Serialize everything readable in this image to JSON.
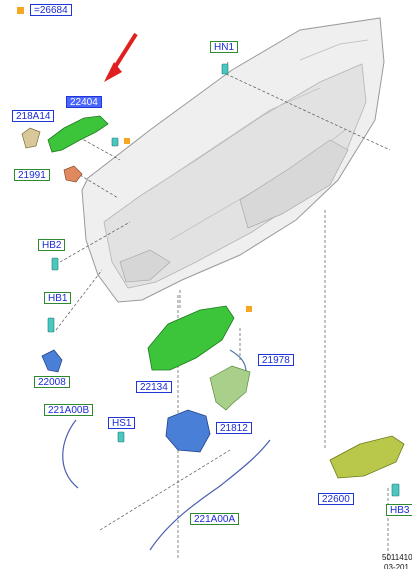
{
  "legend": {
    "ref_label": "=26684"
  },
  "callouts": {
    "hn1": "HN1",
    "c22404": "22404",
    "c218a14": "218A14",
    "c21991": "21991",
    "hb2": "HB2",
    "hb1": "HB1",
    "c22008": "22008",
    "c21978": "21978",
    "c22134": "22134",
    "c221a00b": "221A00B",
    "hs1": "HS1",
    "c21812": "21812",
    "c22600": "22600",
    "c221a00a": "221A00A",
    "hb3": "HB3"
  },
  "footer": {
    "ref_number": "5011410",
    "ref_date": "03-201"
  },
  "colors": {
    "highlight_square": "#f5a623",
    "arrow": "#e0201f",
    "callout_blue": "#2035d8",
    "callout_green": "#2f8a2f",
    "part_green": "#3cc43a",
    "part_blue": "#4a7fd8",
    "part_olive": "#b9c84a"
  }
}
